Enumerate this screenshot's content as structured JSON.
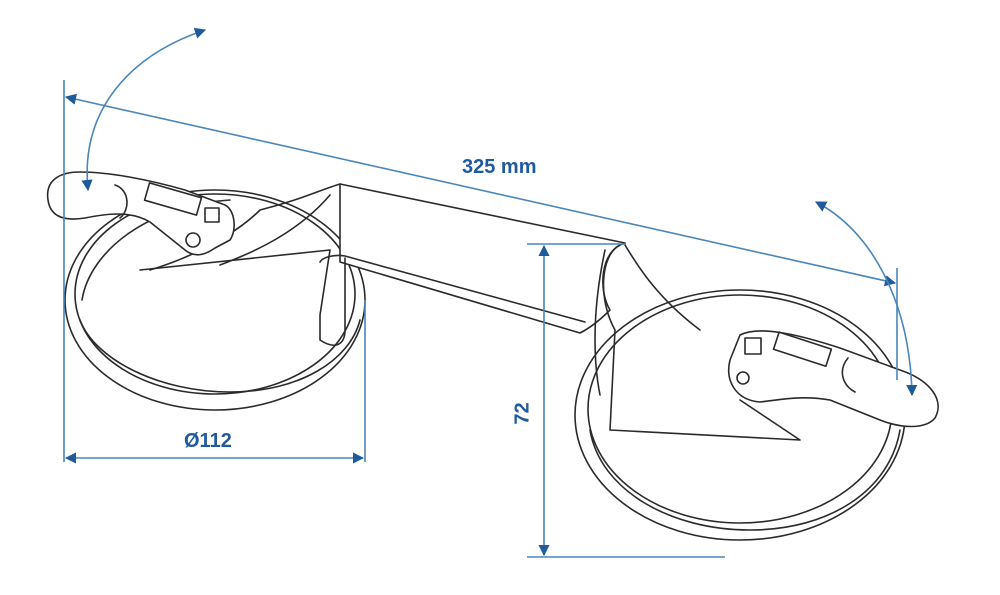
{
  "diagram": {
    "subject": "double suction cup lifter",
    "colors": {
      "dimension_line": "#4a86b8",
      "dimension_text": "#1f5a9a",
      "outline": "#2a2a2a",
      "background": "#ffffff"
    },
    "dimensions": {
      "length": {
        "label": "325 mm"
      },
      "diameter": {
        "label": "Ø112"
      },
      "height": {
        "label": "72"
      }
    },
    "arrows": {
      "left_lever_rotation": "curved-double-arrow",
      "right_lever_rotation": "curved-double-arrow"
    }
  }
}
